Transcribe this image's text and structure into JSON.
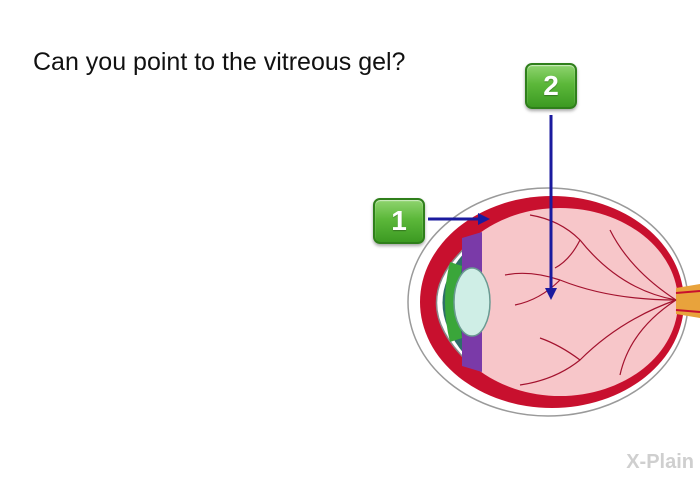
{
  "question": "Can you point to the vitreous gel?",
  "answers": [
    {
      "label": "1"
    },
    {
      "label": "2"
    }
  ],
  "logo": "X-Plain",
  "colors": {
    "button_green": "#5cb83a",
    "pointer_blue": "#1a1a9e",
    "eye_wall_red": "#c8102e",
    "vitreous_pink": "#f7c6c9"
  }
}
